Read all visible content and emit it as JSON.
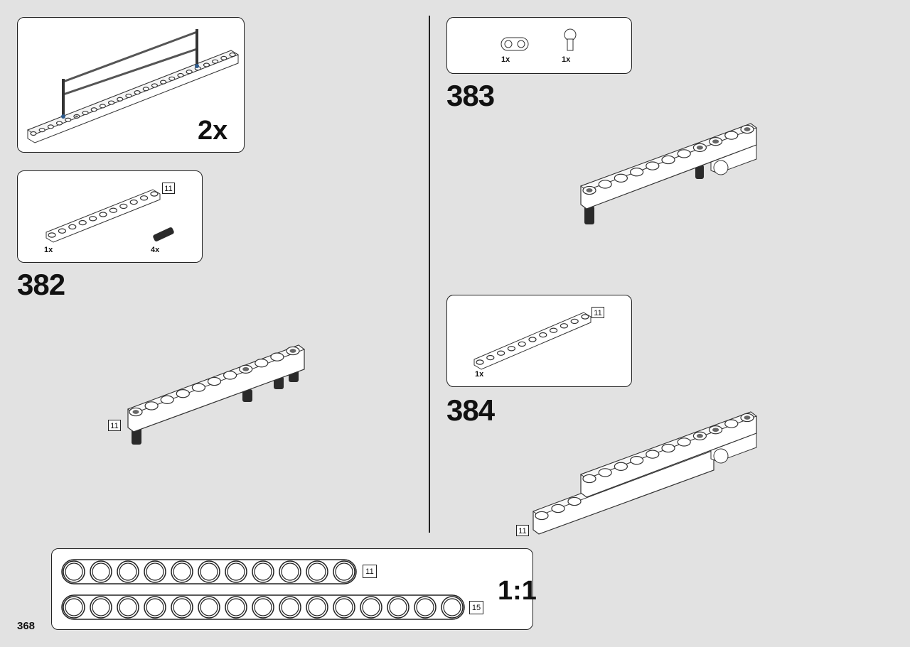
{
  "page": {
    "number": "368",
    "scale_label": "1:1"
  },
  "subassembly": {
    "multiplier": "2x"
  },
  "step_382": {
    "number": "382",
    "parts": [
      {
        "name": "beam-11",
        "qty": "1x",
        "length": "11"
      },
      {
        "name": "connector-pin",
        "qty": "4x"
      }
    ],
    "callout_length": "11"
  },
  "step_383": {
    "number": "383",
    "parts": [
      {
        "name": "two-hole-beam",
        "qty": "1x"
      },
      {
        "name": "axle-pin",
        "qty": "1x"
      }
    ]
  },
  "step_384": {
    "number": "384",
    "parts": [
      {
        "name": "beam-11",
        "qty": "1x",
        "length": "11"
      }
    ],
    "callout_length": "11"
  },
  "ruler": {
    "beam_a_holes": 11,
    "beam_a_label": "11",
    "beam_b_holes": 15,
    "beam_b_label": "15"
  },
  "colors": {
    "background": "#e2e2e2",
    "outline": "#222222",
    "part_white": "#ffffff",
    "pin_dark": "#2a2a2a",
    "accent_blue": "#2d5a8c"
  },
  "icons": [
    "beam-icon",
    "connector-pin-icon",
    "two-hole-beam-icon",
    "axle-pin-icon",
    "rod-icon"
  ]
}
